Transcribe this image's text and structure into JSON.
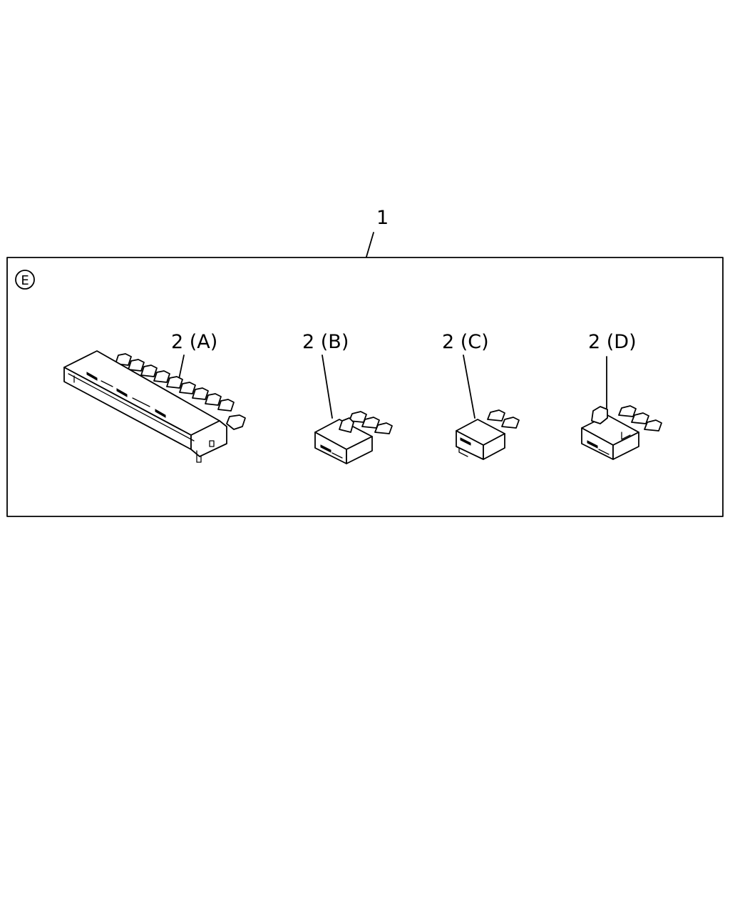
{
  "diagram": {
    "assembly_callout": "1",
    "view_marker": "E",
    "parts": [
      {
        "id": "A",
        "callout": "2 (A)"
      },
      {
        "id": "B",
        "callout": "2 (B)"
      },
      {
        "id": "C",
        "callout": "2 (C)"
      },
      {
        "id": "D",
        "callout": "2 (D)"
      }
    ]
  }
}
